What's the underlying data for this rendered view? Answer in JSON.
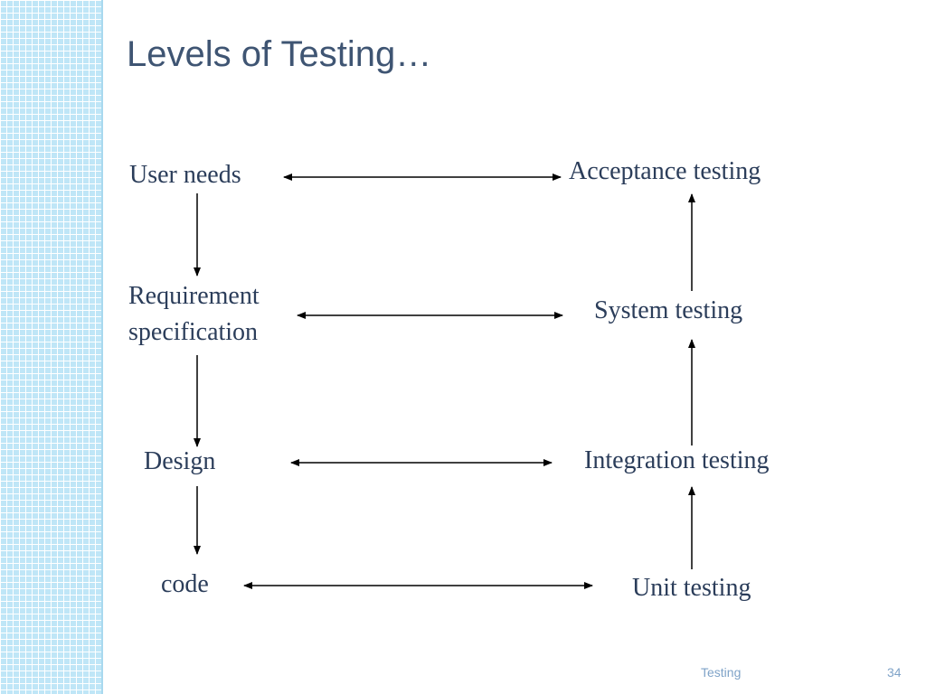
{
  "slide": {
    "title": "Levels of Testing…",
    "footer_label": "Testing",
    "page_number": "34"
  },
  "diagram": {
    "left_nodes": [
      {
        "id": "user-needs",
        "label": "User needs"
      },
      {
        "id": "requirement-specification",
        "label_line1": "Requirement",
        "label_line2": "specification"
      },
      {
        "id": "design",
        "label": "Design"
      },
      {
        "id": "code",
        "label": "code"
      }
    ],
    "right_nodes": [
      {
        "id": "acceptance-testing",
        "label": "Acceptance testing"
      },
      {
        "id": "system-testing",
        "label": "System testing"
      },
      {
        "id": "integration-testing",
        "label": "Integration testing"
      },
      {
        "id": "unit-testing",
        "label": "Unit testing"
      }
    ],
    "edges": [
      {
        "from": "user-needs",
        "to": "requirement-specification",
        "type": "directed"
      },
      {
        "from": "requirement-specification",
        "to": "design",
        "type": "directed"
      },
      {
        "from": "design",
        "to": "code",
        "type": "directed"
      },
      {
        "from": "unit-testing",
        "to": "integration-testing",
        "type": "directed"
      },
      {
        "from": "integration-testing",
        "to": "system-testing",
        "type": "directed"
      },
      {
        "from": "system-testing",
        "to": "acceptance-testing",
        "type": "directed"
      },
      {
        "from": "user-needs",
        "to": "acceptance-testing",
        "type": "bidirectional"
      },
      {
        "from": "requirement-specification",
        "to": "system-testing",
        "type": "bidirectional"
      },
      {
        "from": "design",
        "to": "integration-testing",
        "type": "bidirectional"
      },
      {
        "from": "code",
        "to": "unit-testing",
        "type": "bidirectional"
      }
    ]
  },
  "colors": {
    "title": "#3f5573",
    "node_text": "#2b3d5a",
    "arrow": "#000000",
    "side_strip": "#bfe6f7",
    "footer_text": "#7fa3c8"
  }
}
